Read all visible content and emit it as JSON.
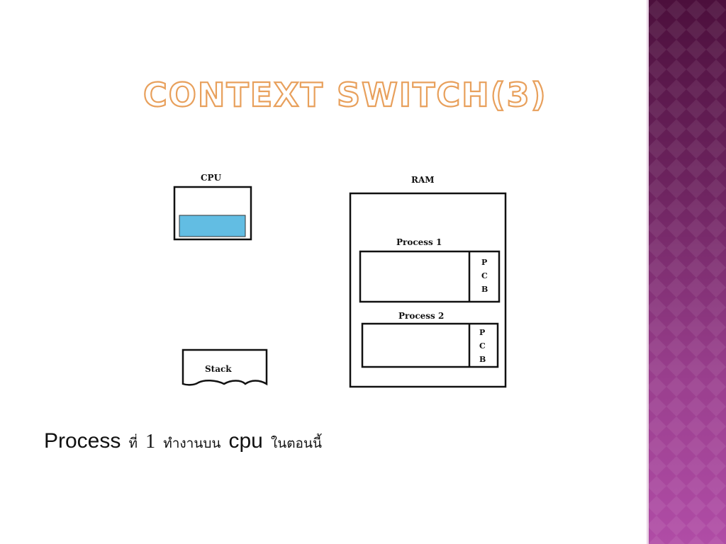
{
  "slide": {
    "title": "Context Switch(3)",
    "accent_color": "#e8a05c",
    "band_color": "#7a2a6a"
  },
  "diagram": {
    "cpu": {
      "label": "CPU",
      "register_color": "#62bde3"
    },
    "ram": {
      "label": "RAM",
      "processes": [
        {
          "label": "Process 1",
          "pcb_letters": [
            "P",
            "C",
            "B"
          ]
        },
        {
          "label": "Process 2",
          "pcb_letters": [
            "P",
            "C",
            "B"
          ]
        }
      ]
    },
    "stack": {
      "label": "Stack"
    }
  },
  "caption": {
    "word_process": "Process",
    "thai_number_prefix": "ที่",
    "number": "1",
    "thai_running_on": "ทำงานบน",
    "word_cpu": "cpu",
    "thai_now": "ในตอนนี้"
  }
}
